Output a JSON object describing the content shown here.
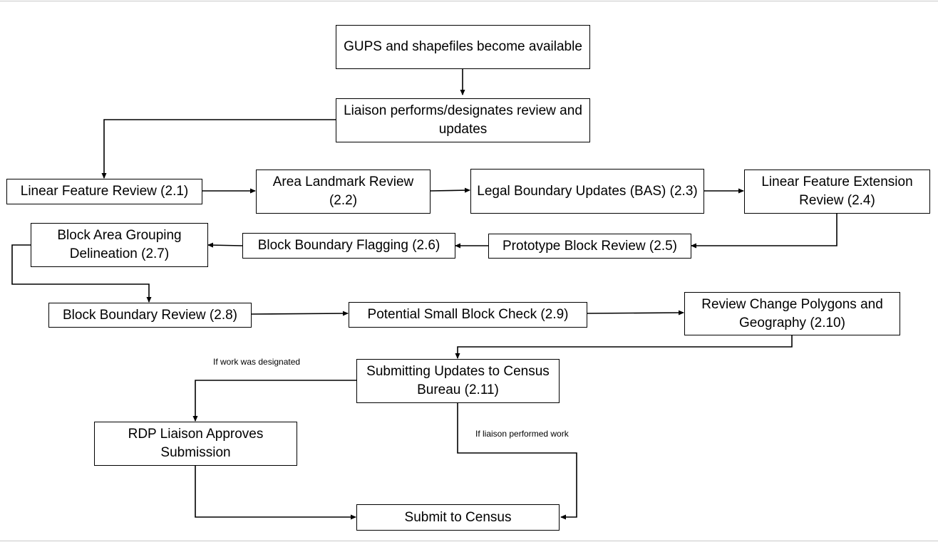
{
  "nodes": {
    "gups": "GUPS and shapefiles become available",
    "liaison_review": "Liaison performs/designates review and updates",
    "linear_feature": "Linear Feature Review (2.1)",
    "area_landmark": "Area Landmark Review (2.2)",
    "legal_boundary": "Legal Boundary Updates (BAS) (2.3)",
    "linear_extension": "Linear Feature Extension Review (2.4)",
    "prototype_block": "Prototype Block Review (2.5)",
    "block_flagging": "Block Boundary Flagging (2.6)",
    "block_area_grouping": "Block Area Grouping Delineation (2.7)",
    "block_boundary_review": "Block Boundary Review (2.8)",
    "small_block": "Potential Small Block Check (2.9)",
    "change_polygons": "Review Change Polygons and Geography (2.10)",
    "submitting_updates": "Submitting Updates to Census Bureau (2.11)",
    "rdp_approves": "RDP Liaison Approves Submission",
    "submit_census": "Submit to Census"
  },
  "labels": {
    "designated": "If work was designated",
    "performed": "If liaison performed work"
  },
  "colors": {
    "stroke": "#000000",
    "background": "#ffffff"
  }
}
